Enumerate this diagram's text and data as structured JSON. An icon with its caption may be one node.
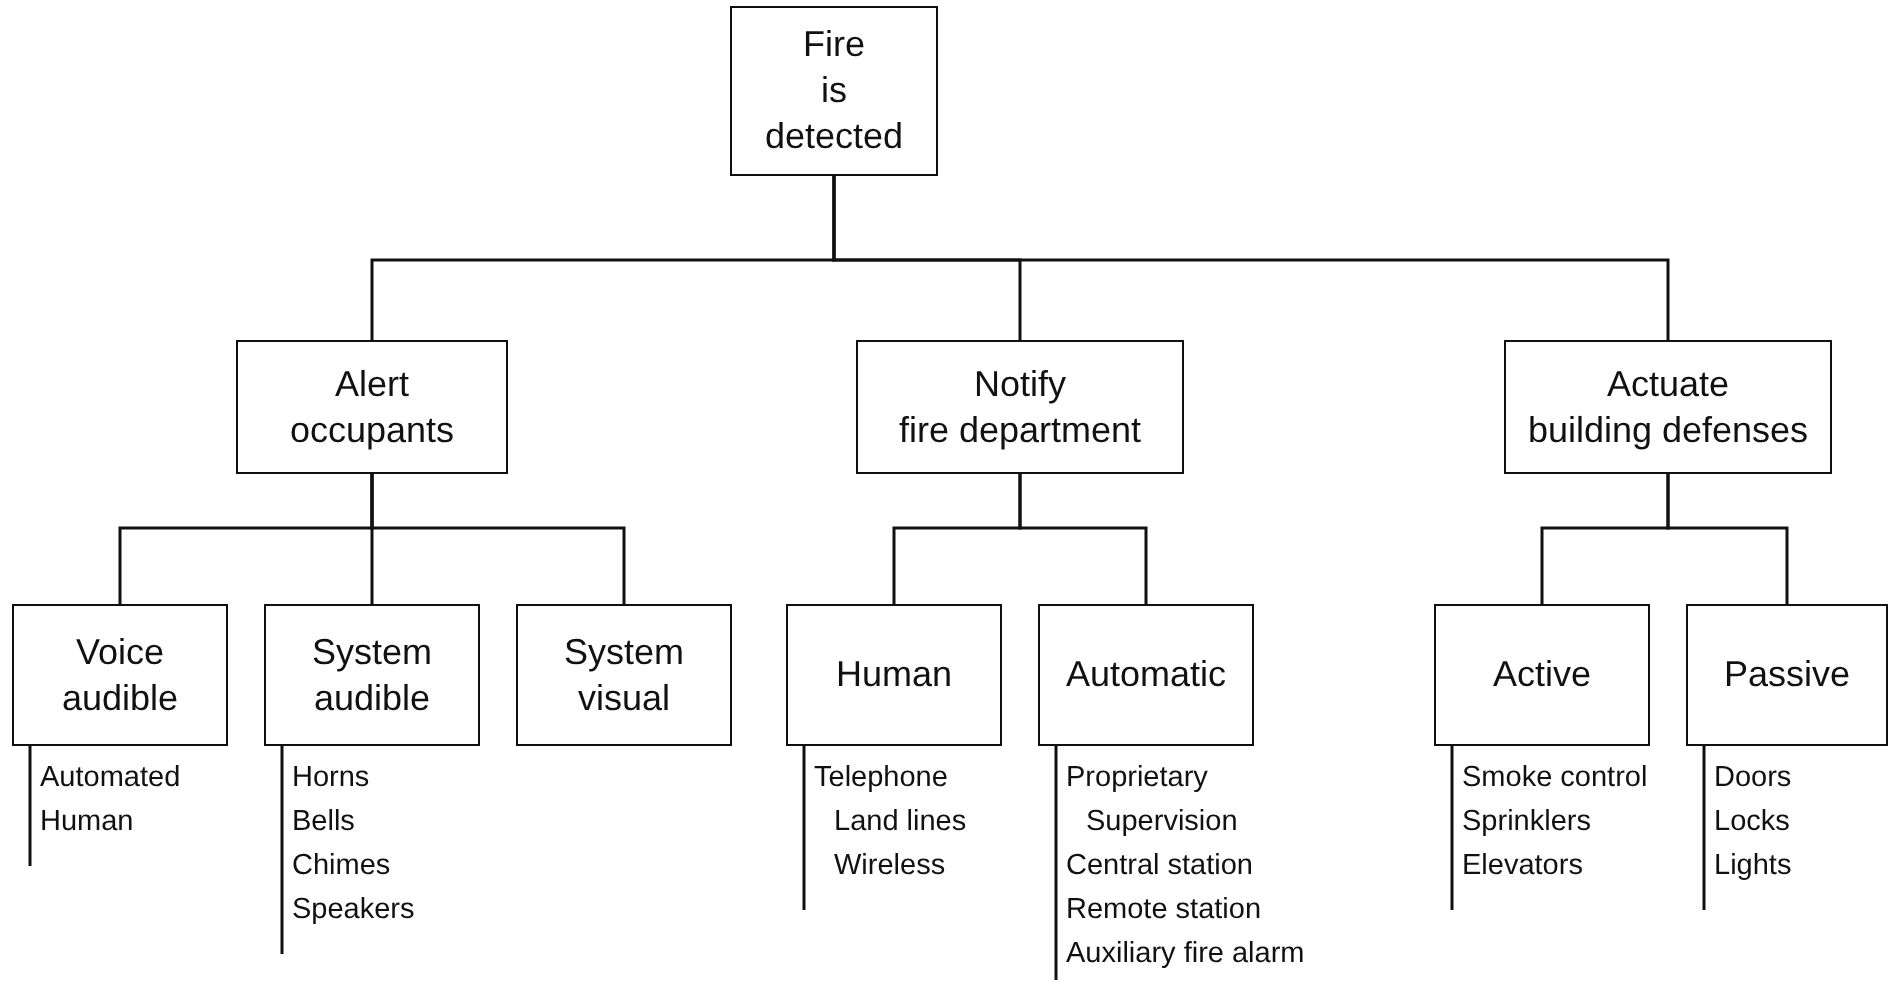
{
  "diagram": {
    "nodes": [
      {
        "text": [
          "Fire is detected"
        ]
      },
      {
        "text": [
          "Alert occupants"
        ]
      },
      {
        "text": [
          "Notify fire department"
        ]
      },
      {
        "text": [
          "Actuate building defenses"
        ]
      },
      {
        "text": [
          "Voice audible"
        ],
        "beside": [
          "Automated",
          "Human"
        ]
      },
      {
        "text": [
          "System audible"
        ],
        "beside": [
          "Horns",
          "Bells",
          "Chimes",
          "Speakers"
        ]
      },
      {
        "text": [
          "System visual"
        ]
      },
      {
        "text": [
          "Human"
        ],
        "beside": [
          "Telephone",
          "Land lines",
          "Wireless"
        ]
      },
      {
        "text": [
          "Automatic"
        ],
        "beside": [
          "Proprietary",
          "Supervision",
          "Central station",
          "Remote station",
          "Auxiliary fire alarm"
        ]
      },
      {
        "text": [
          "Active"
        ],
        "beside": [
          "Smoke control",
          "Sprinklers",
          "Elevators"
        ]
      },
      {
        "text": [
          "Passive"
        ],
        "beside": [
          "Doors",
          "Locks",
          "Lights"
        ]
      }
    ],
    "edges": [
      {
        "from": 0,
        "to": 1,
        "arrow": "none"
      },
      {
        "from": 0,
        "to": 2,
        "arrow": "none"
      },
      {
        "from": 0,
        "to": 3,
        "arrow": "none"
      },
      {
        "from": 1,
        "to": 4,
        "arrow": "none"
      },
      {
        "from": 1,
        "to": 5,
        "arrow": "none"
      },
      {
        "from": 1,
        "to": 6,
        "arrow": "none"
      },
      {
        "from": 2,
        "to": 7,
        "arrow": "none"
      },
      {
        "from": 2,
        "to": 8,
        "arrow": "none"
      },
      {
        "from": 3,
        "to": 9,
        "arrow": "none"
      },
      {
        "from": 3,
        "to": 10,
        "arrow": "none"
      }
    ]
  }
}
